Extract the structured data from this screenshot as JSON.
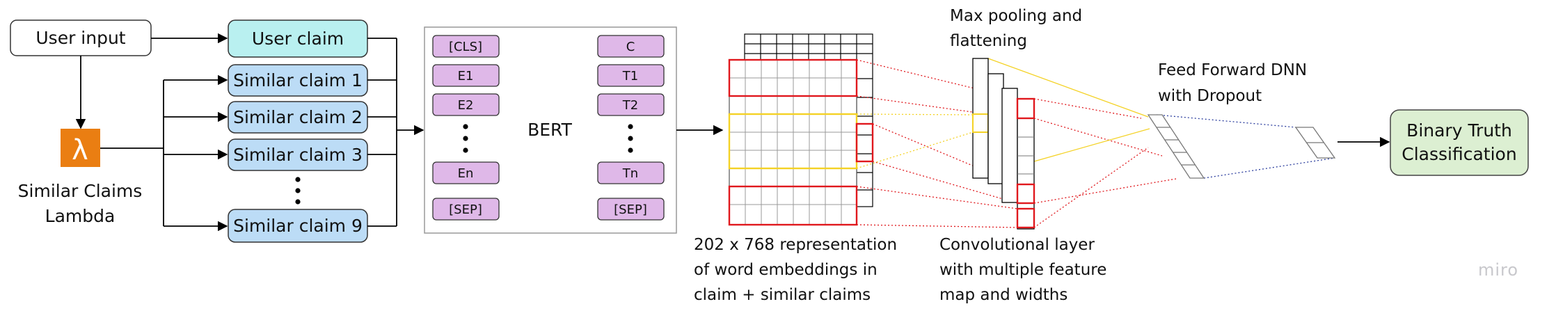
{
  "user_input": "User input",
  "lambda": {
    "line1": "Similar Claims",
    "line2": "Lambda",
    "icon": "lambda-icon",
    "color": "#ea7e12"
  },
  "claims": {
    "user": "User claim",
    "similar": [
      "Similar claim 1",
      "Similar claim 2",
      "Similar claim 3"
    ],
    "last": "Similar claim 9",
    "user_color": "#b9f0f0",
    "similar_color": "#bcdcf6"
  },
  "bert": {
    "label": "BERT",
    "inputs": [
      "[CLS]",
      "E1",
      "E2",
      "En",
      "[SEP]"
    ],
    "outputs": [
      "C",
      "T1",
      "T2",
      "Tn",
      "[SEP]"
    ],
    "token_color": "#dfb8e8"
  },
  "embedding_caption": [
    "202 x 768 representation",
    "of word embeddings in",
    "claim + similar claims"
  ],
  "pooling_caption": [
    "Max pooling and",
    "flattening"
  ],
  "conv_caption": [
    "Convolutional layer",
    "with multiple feature",
    "map and widths"
  ],
  "dnn_caption": [
    "Feed Forward DNN",
    "with Dropout"
  ],
  "output": {
    "line1": "Binary Truth",
    "line2": "Classification",
    "color": "#dcefd2"
  },
  "watermark": "miro",
  "colors": {
    "red": "#e0181d",
    "yellow": "#f4d225",
    "blue": "#2c3e9e",
    "grid": "#888888"
  }
}
